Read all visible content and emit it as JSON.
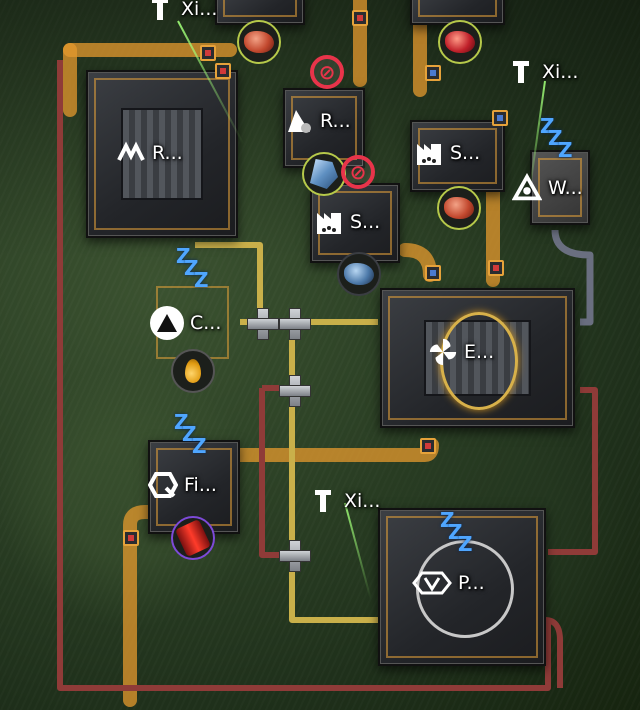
{
  "labels": {
    "xi_top": "Xi...",
    "xi_right": "Xi...",
    "xi_bottom": "Xi...",
    "refinery_r": "R...",
    "refinery_r2": "R...",
    "smelter_s1": "S...",
    "smelter_s2": "S...",
    "wind_w": "W...",
    "crusher_c": "C...",
    "electrolyzer_e": "E...",
    "filter_fi": "Fi...",
    "packager_p": "P..."
  },
  "icons": {
    "xi": "xiranite-pylon-icon",
    "refinery": "refinery-icon",
    "smelter": "smelter-icon",
    "wind": "wind-turbine-icon",
    "crusher": "crusher-icon",
    "electrolyzer": "electrolyzer-icon",
    "filter": "filter-icon",
    "packager": "packager-icon",
    "no_power": "no-power-icon",
    "sleep": "sleep-zzz-icon"
  },
  "sleep_text": [
    "Z",
    "Z",
    "Z"
  ],
  "no_power_symbol": "⊘",
  "colors": {
    "conveyor": "#e69a2e",
    "pipe_red": "#8f3b38",
    "pipe_yellow": "#c9b04a",
    "pipe_grey": "#6a6f80",
    "badge_green": "#b6c94a",
    "badge_purple": "#7d4ad8",
    "alert_red": "#e8344a",
    "sleep_blue": "#4fa6ff"
  }
}
